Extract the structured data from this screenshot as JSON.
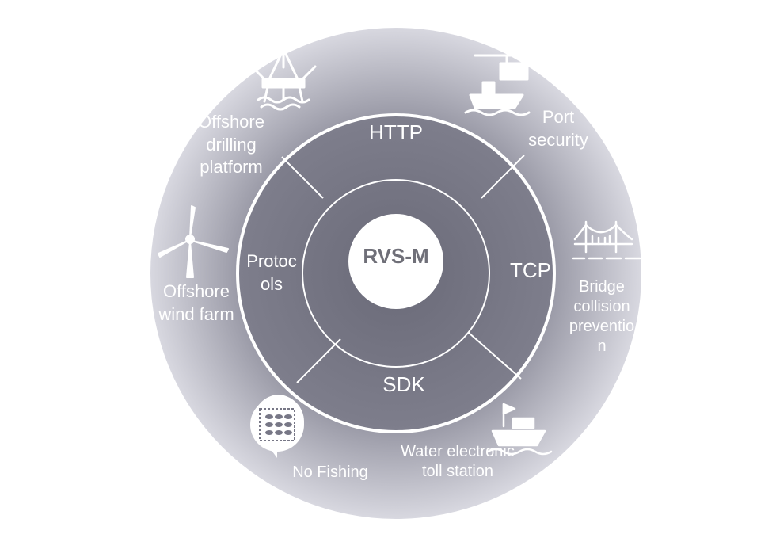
{
  "center": {
    "label": "RVS-M"
  },
  "ring_segments": [
    {
      "label": "HTTP"
    },
    {
      "label": "TCP"
    },
    {
      "label": "SDK"
    },
    {
      "label": "Protoc\nols"
    }
  ],
  "applications": [
    {
      "label": "Offshore\ndrilling\nplatform",
      "icon": "oil-rig-icon"
    },
    {
      "label": "Port\nsecurity",
      "icon": "port-crane-ship-icon"
    },
    {
      "label": "Bridge\ncollision\npreventio\nn",
      "icon": "bridge-icon"
    },
    {
      "label": "Offshore\nwind farm",
      "icon": "wind-turbine-icon"
    },
    {
      "label": "No Fishing",
      "icon": "no-fishing-icon"
    },
    {
      "label": "Water electronic\ntoll station",
      "icon": "toll-ship-icon"
    }
  ],
  "colors": {
    "outer_disc": "#8a8a98",
    "inner_disc": "#6a6a78",
    "lines": "#ffffff",
    "center_text": "#6f6f78"
  }
}
